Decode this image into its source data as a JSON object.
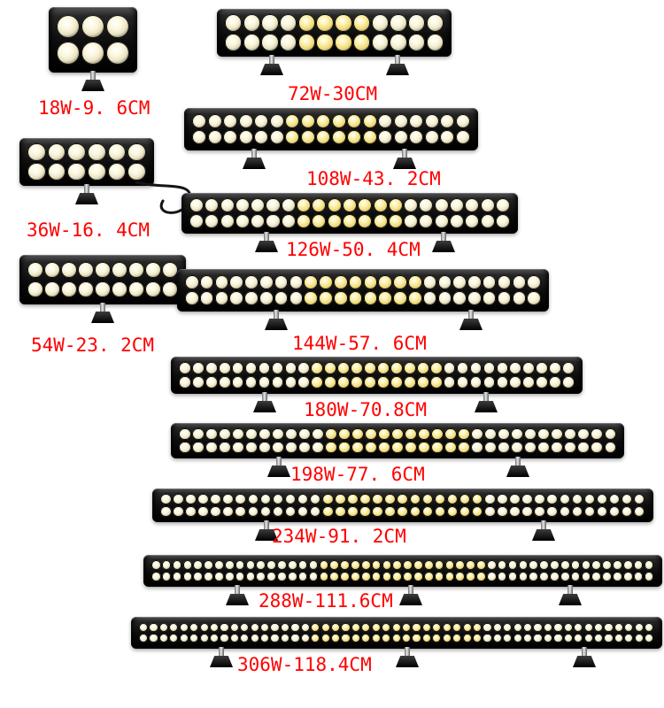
{
  "page": {
    "background": "#ffffff",
    "label_color": "#ff0000",
    "housing_color": "#0c0c0c"
  },
  "products": [
    {
      "id": "18w",
      "label": "18W-9. 6CM",
      "leds_per_row": 3,
      "rows": 2,
      "mounts": 1
    },
    {
      "id": "36w",
      "label": "36W-16. 4CM",
      "leds_per_row": 6,
      "rows": 2,
      "mounts": 1
    },
    {
      "id": "54w",
      "label": "54W-23. 2CM",
      "leds_per_row": 9,
      "rows": 2,
      "mounts": 1
    },
    {
      "id": "72w",
      "label": "72W-30CM",
      "leds_per_row": 12,
      "rows": 2,
      "mounts": 2
    },
    {
      "id": "108w",
      "label": "108W-43. 2CM",
      "leds_per_row": 18,
      "rows": 2,
      "mounts": 2
    },
    {
      "id": "126w",
      "label": "126W-50. 4CM",
      "leds_per_row": 21,
      "rows": 2,
      "mounts": 2
    },
    {
      "id": "144w",
      "label": "144W-57. 6CM",
      "leds_per_row": 24,
      "rows": 2,
      "mounts": 2
    },
    {
      "id": "180w",
      "label": "180W-70.8CM",
      "leds_per_row": 30,
      "rows": 2,
      "mounts": 2
    },
    {
      "id": "198w",
      "label": "198W-77. 6CM",
      "leds_per_row": 33,
      "rows": 2,
      "mounts": 2
    },
    {
      "id": "234w",
      "label": "234W-91. 2CM",
      "leds_per_row": 39,
      "rows": 2,
      "mounts": 2
    },
    {
      "id": "288w",
      "label": "288W-111.6CM",
      "leds_per_row": 48,
      "rows": 2,
      "mounts": 3
    },
    {
      "id": "306w",
      "label": "306W-118.4CM",
      "leds_per_row": 51,
      "rows": 2,
      "mounts": 3
    }
  ]
}
